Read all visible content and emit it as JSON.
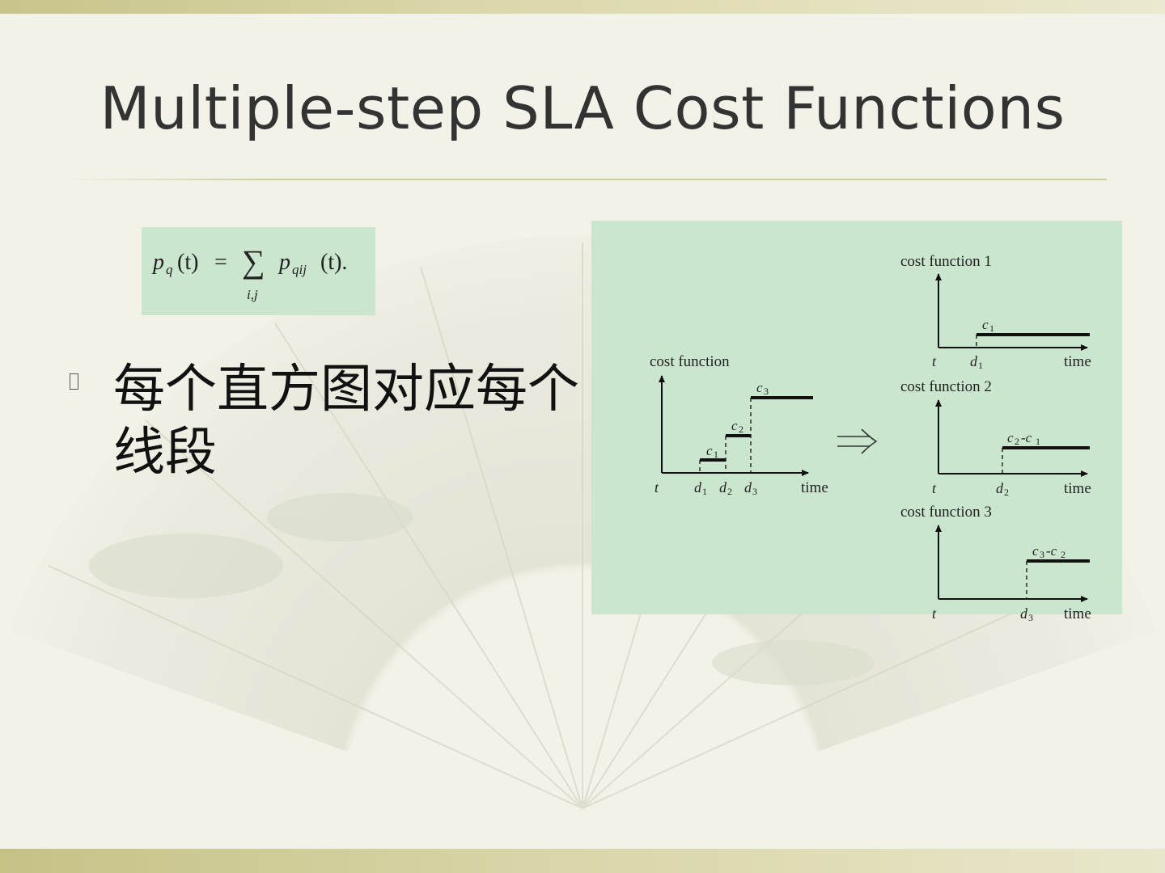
{
  "slide": {
    "title": "Multiple-step SLA Cost Functions",
    "bullet": {
      "icon": "bullet-box-icon",
      "text": "每个直方图对应每个线段"
    }
  },
  "formula": {
    "lhs": "p",
    "lhs_sub": "q",
    "lhs_arg": "(t)",
    "equals": "=",
    "sum_symbol": "∑",
    "sum_index": "i,j",
    "rhs": "p",
    "rhs_sub": "qij",
    "rhs_arg": "(t)."
  },
  "figure": {
    "main": {
      "ylabel": "cost function",
      "xlabel": "time",
      "origin": "t",
      "levels": [
        {
          "label": "c",
          "sub": "1",
          "deadline": "d",
          "dsub": "1"
        },
        {
          "label": "c",
          "sub": "2",
          "deadline": "d",
          "dsub": "2"
        },
        {
          "label": "c",
          "sub": "3",
          "deadline": "d",
          "dsub": "3"
        }
      ]
    },
    "arrow_icon": "implies-arrow-icon",
    "panels": [
      {
        "ylabel": "cost function 1",
        "xlabel": "time",
        "origin": "t",
        "label": "c",
        "label_sub": "1",
        "label_tail": "",
        "label_tail_sub": "",
        "deadline": "d",
        "dsub": "1"
      },
      {
        "ylabel": "cost function 2",
        "xlabel": "time",
        "origin": "t",
        "label": "c",
        "label_sub": "2",
        "label_tail": "-c",
        "label_tail_sub": "1",
        "deadline": "d",
        "dsub": "2"
      },
      {
        "ylabel": "cost function 3",
        "xlabel": "time",
        "origin": "t",
        "label": "c",
        "label_sub": "3",
        "label_tail": "-c",
        "label_tail_sub": "2",
        "deadline": "d",
        "dsub": "3"
      }
    ]
  }
}
